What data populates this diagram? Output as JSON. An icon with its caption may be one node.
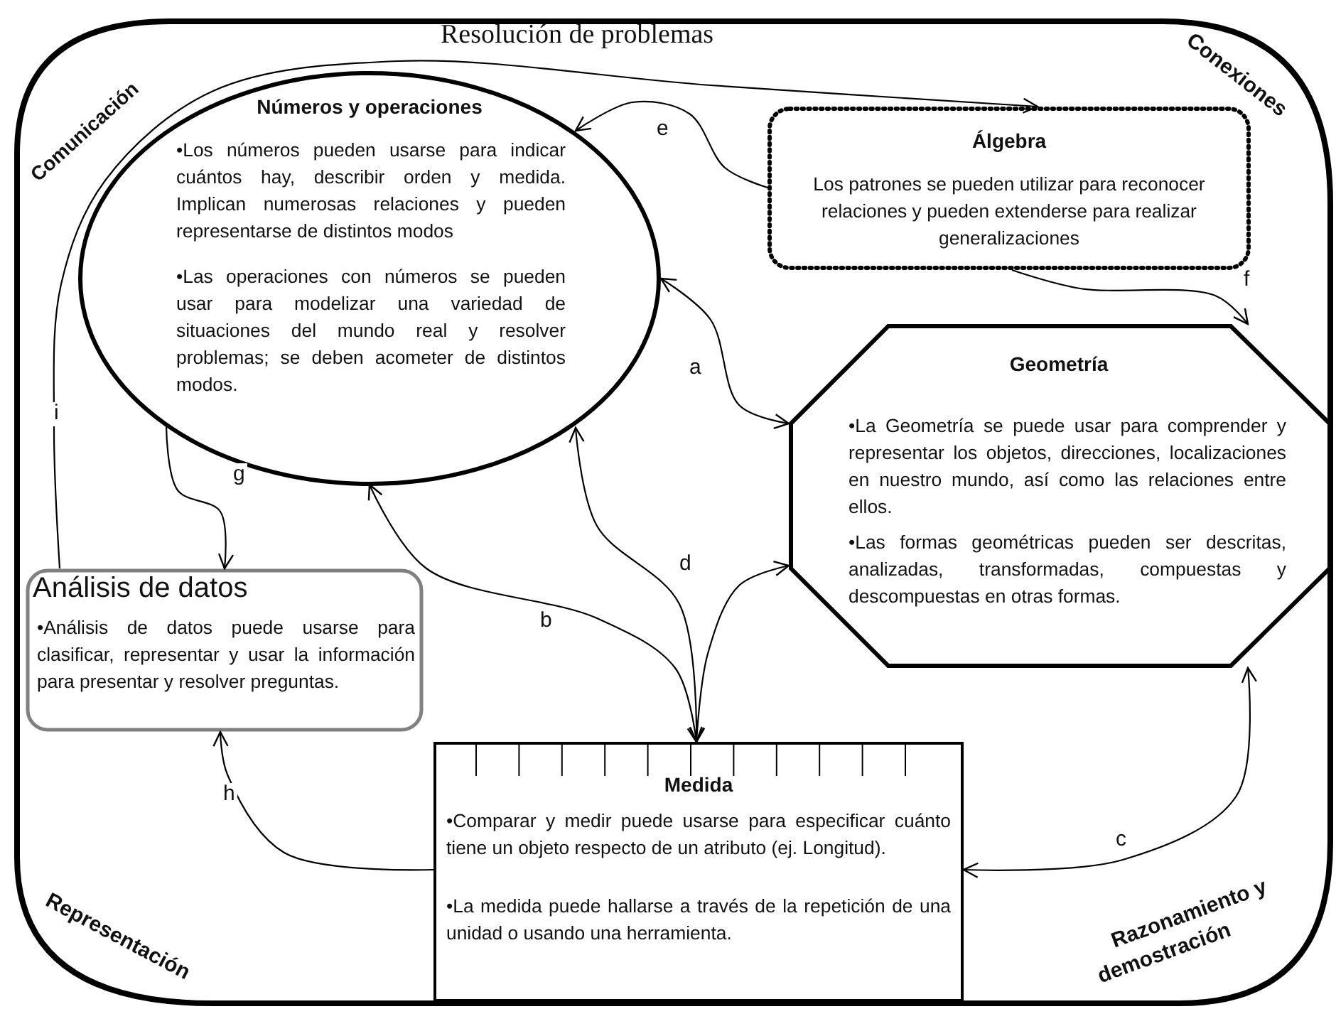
{
  "diagram": {
    "nodes": [
      {
        "text": [
          "Resolución de problemas",
          "Comunicación",
          "Conexiones",
          "Representación",
          "Razonamiento y demostración"
        ]
      },
      {
        "text": [
          "Números y operaciones",
          "•Los números pueden usarse para indicar cuántos hay, describir orden y medida. Implican numerosas relaciones y pueden representarse de distintos modos",
          "•Las operaciones con números se pueden usar para modelizar una variedad de situaciones del mundo real y resolver problemas; se deben acometer de distintos modos."
        ],
        "in": 0
      },
      {
        "text": [
          "Álgebra",
          "Los patrones se pueden utilizar para reconocer relaciones y pueden extenderse para realizar generalizaciones"
        ],
        "in": 0
      },
      {
        "text": [
          "Geometría",
          "•La Geometría se puede usar para comprender y representar los objetos, direcciones, localizaciones en nuestro mundo, así como las relaciones entre ellos.",
          "•Las formas geométricas pueden ser descritas, analizadas, transformadas, compuestas y descompuestas en otras formas."
        ],
        "in": 0
      },
      {
        "text": [
          "Análisis de datos",
          "•Análisis de datos puede usarse para clasificar, representar y usar la información para presentar y resolver preguntas."
        ],
        "in": 0
      },
      {
        "text": [
          "Medida",
          "•Comparar y medir puede usarse para especificar cuánto tiene un objeto respecto de un atributo (ej. Longitud).",
          "•La medida puede hallarse a través de la repetición de una unidad o usando una herramienta."
        ],
        "in": 0
      }
    ],
    "edges": [
      {
        "from": 1,
        "to": 3,
        "arrow": "both",
        "label": "a"
      },
      {
        "from": 1,
        "to": 5,
        "arrow": "both",
        "label": "b"
      },
      {
        "from": 3,
        "to": 5,
        "arrow": "both",
        "label": "c"
      },
      {
        "from": 1,
        "to": 5,
        "arrow": "both",
        "label": "d"
      },
      {
        "from": 5,
        "to": 3,
        "arrow": "both"
      },
      {
        "from": 2,
        "to": 1,
        "arrow": "to",
        "label": "e"
      },
      {
        "from": 2,
        "to": 3,
        "arrow": "to",
        "label": "f"
      },
      {
        "from": 1,
        "to": 4,
        "arrow": "to",
        "label": "g"
      },
      {
        "from": 5,
        "to": 4,
        "arrow": "to",
        "label": "h"
      },
      {
        "from": 4,
        "to": 2,
        "arrow": "to",
        "label": "i"
      }
    ]
  }
}
